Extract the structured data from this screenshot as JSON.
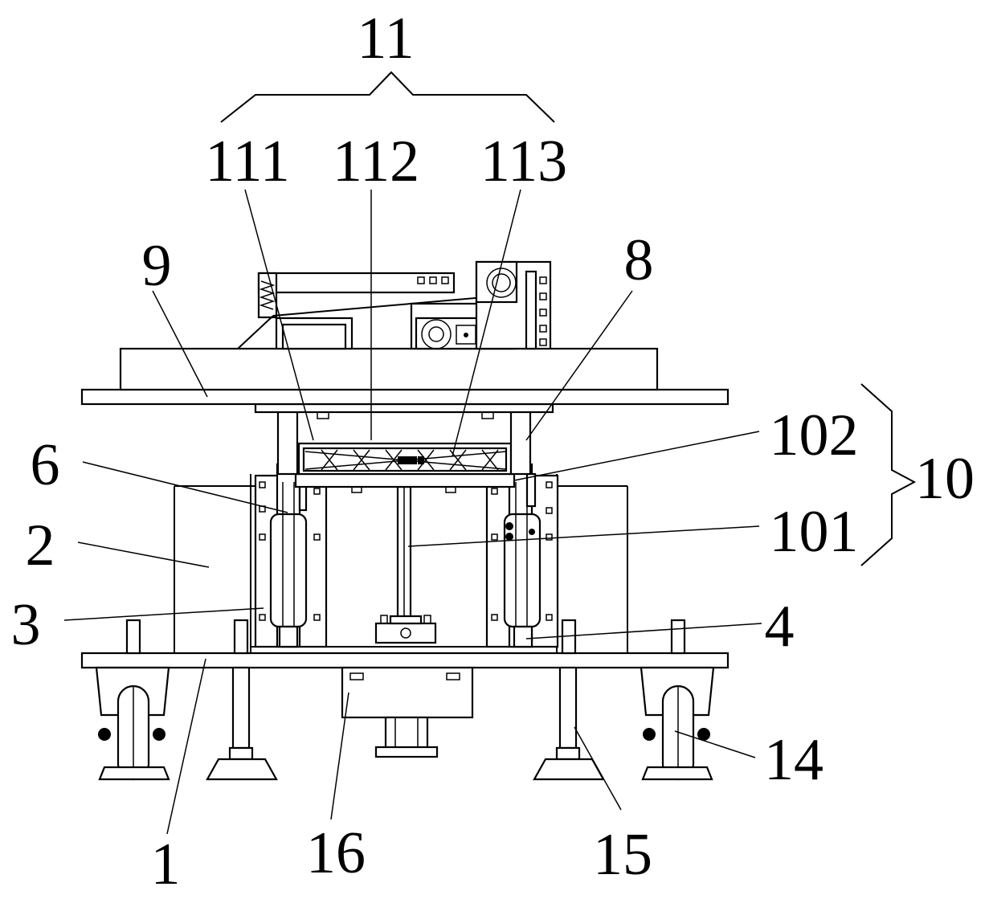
{
  "labels": {
    "l11": "11",
    "l111": "111",
    "l112": "112",
    "l113": "113",
    "l9": "9",
    "l8": "8",
    "l6": "6",
    "l2": "2",
    "l3": "3",
    "l102": "102",
    "l10": "10",
    "l101": "101",
    "l4": "4",
    "l14": "14",
    "l15": "15",
    "l16": "16",
    "l1": "1"
  },
  "colors": {
    "line": "#000000",
    "background": "#ffffff"
  }
}
